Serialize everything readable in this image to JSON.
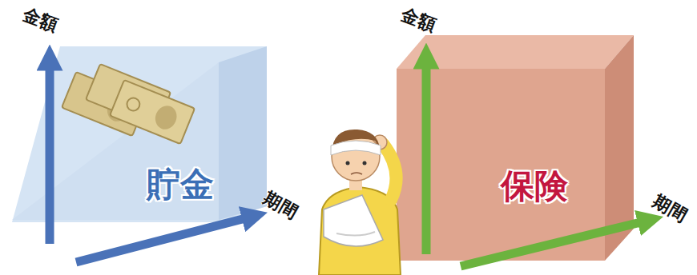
{
  "diagram": {
    "nodes": [
      {
        "text": [
          "貯金"
        ]
      },
      {
        "text": [
          "保険"
        ]
      }
    ],
    "labels": [
      "金額",
      "期間",
      "金額",
      "期間"
    ]
  }
}
